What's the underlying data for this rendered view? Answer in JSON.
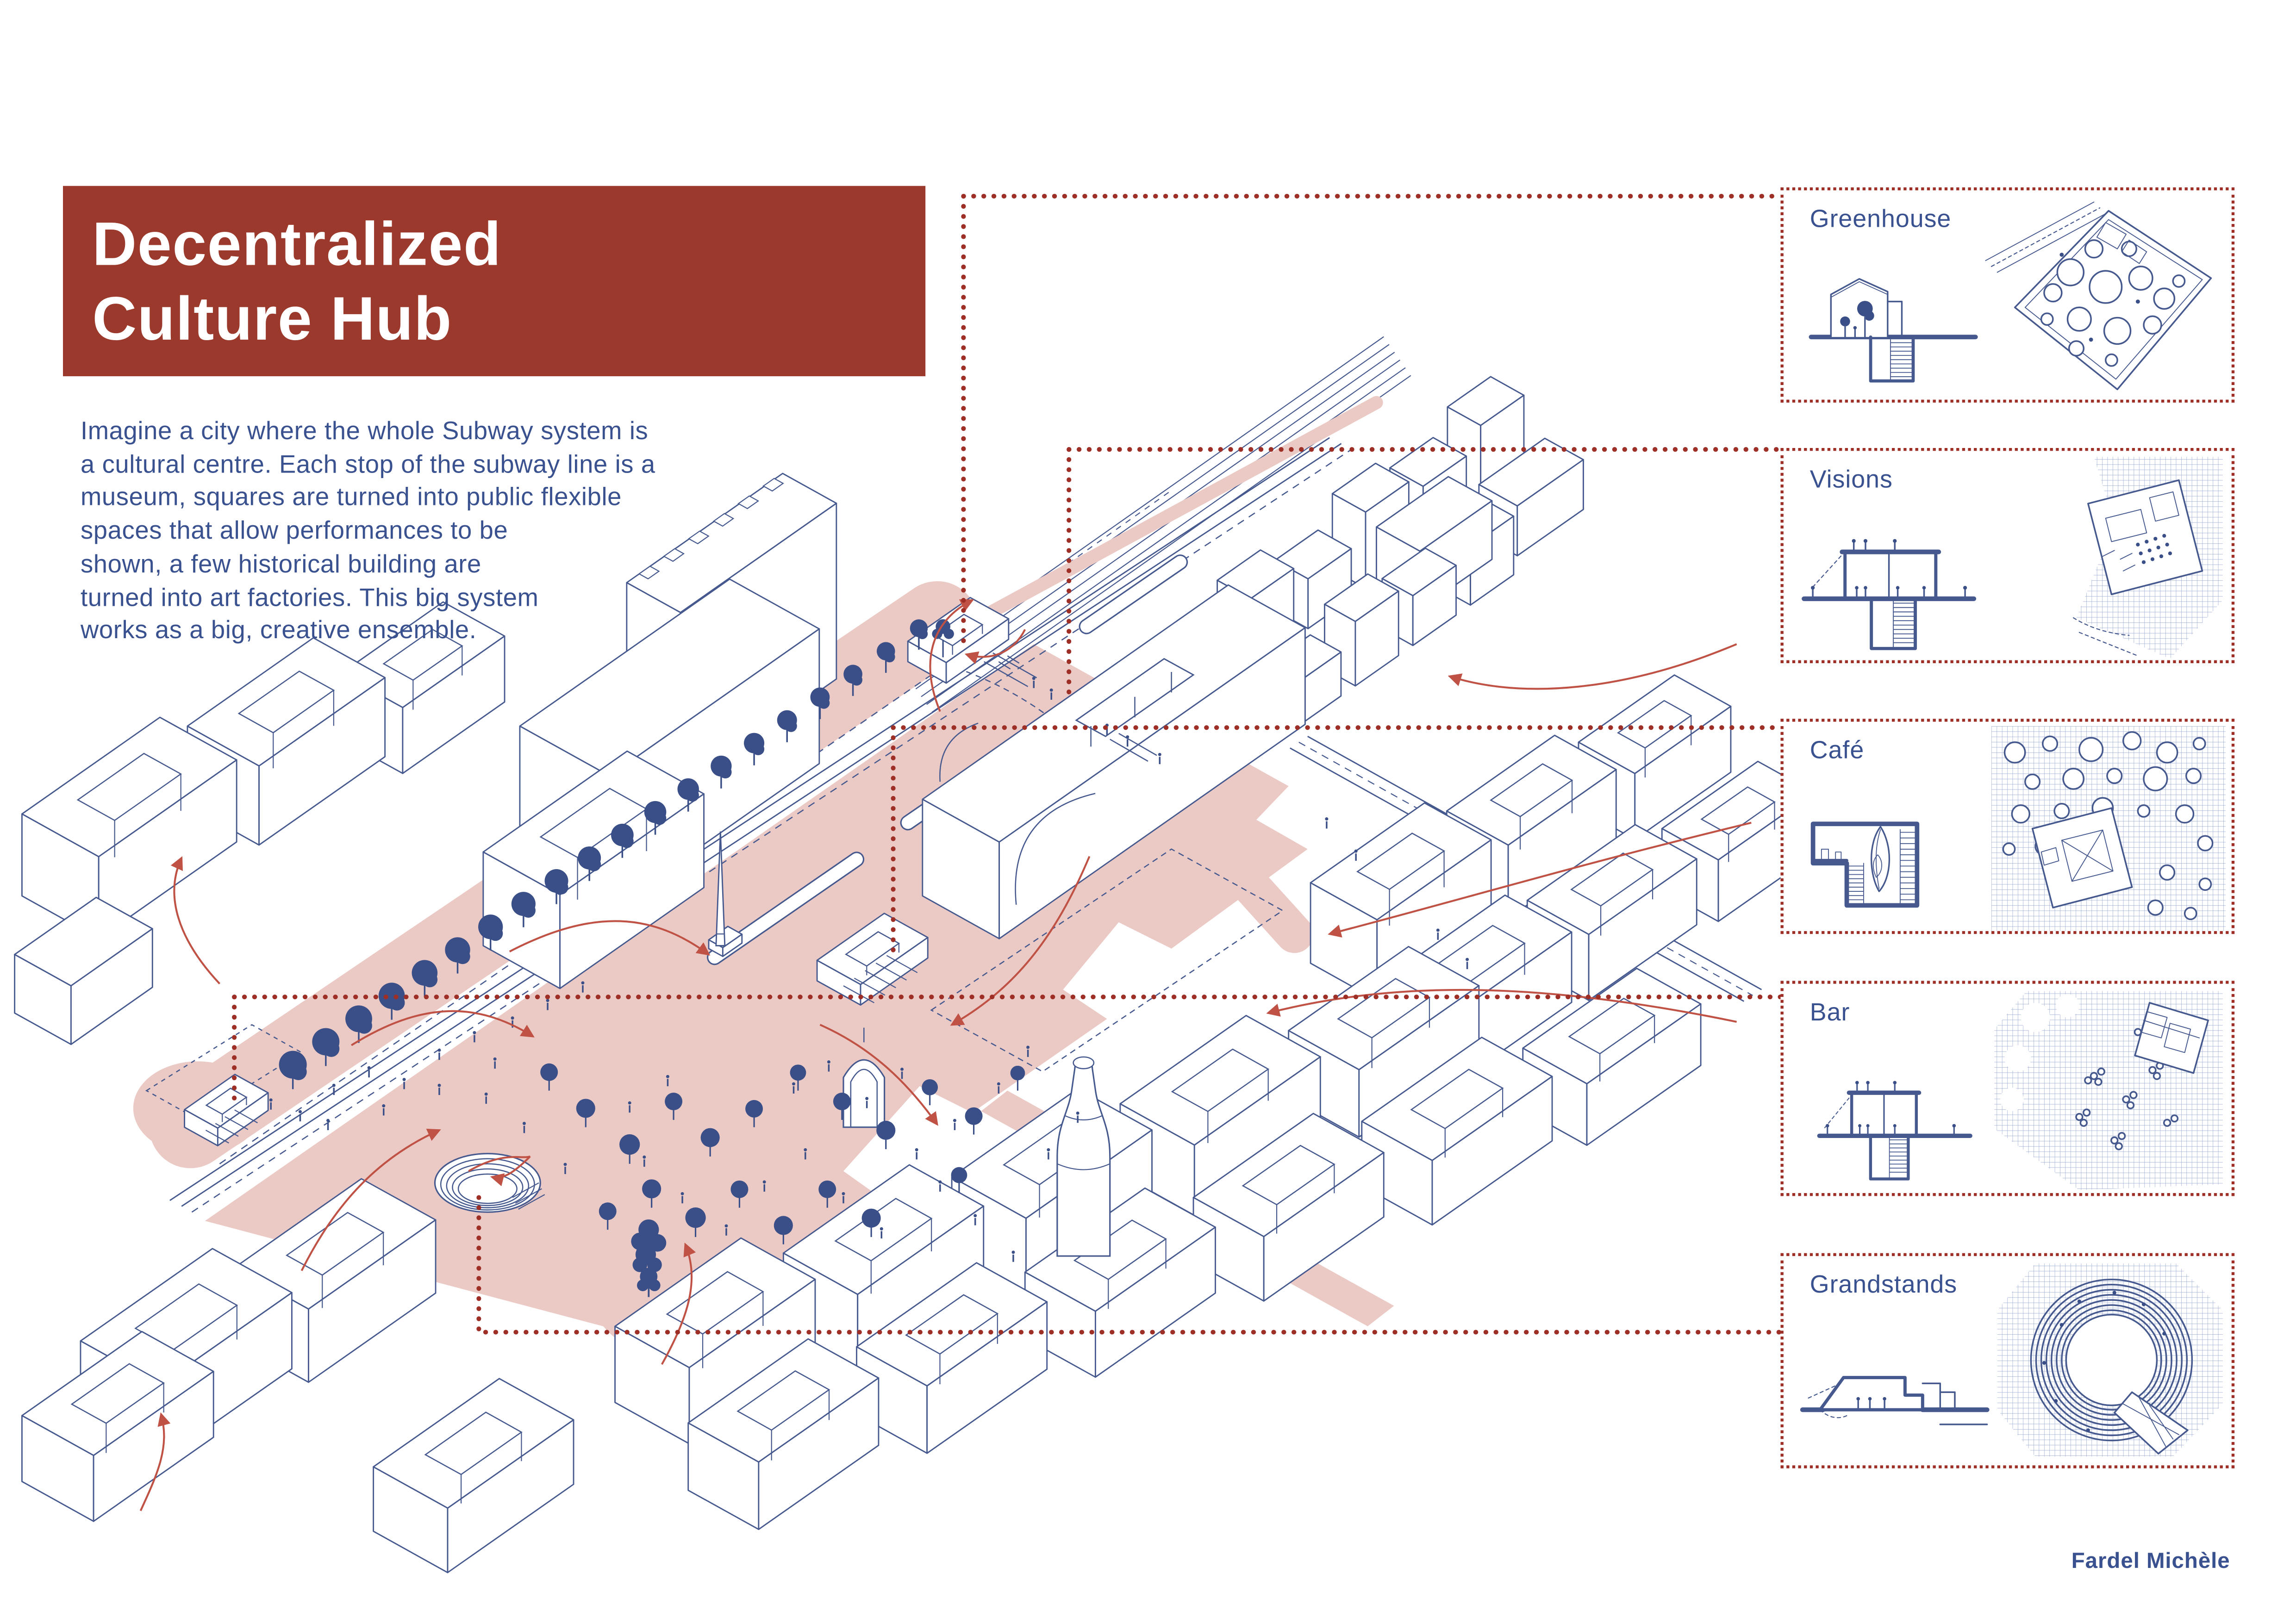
{
  "poster": {
    "title_lines": [
      "Decentralized",
      "Culture Hub"
    ],
    "description_lines": [
      "Imagine a city where the whole Subway system is",
      "a cultural centre. Each stop of the subway line is a",
      "museum, squares are turned into public flexible",
      "spaces that allow performances to be",
      "shown, a few historical building are",
      "turned into art factories. This big system",
      "works as a big, creative ensemble."
    ],
    "credit": "Fardel Michèle"
  },
  "panels": [
    {
      "label": "Greenhouse"
    },
    {
      "label": "Visions"
    },
    {
      "label": "Café"
    },
    {
      "label": "Bar"
    },
    {
      "label": "Grandstands"
    }
  ],
  "colors": {
    "title_block": "#9B392C",
    "title_text": "#FFFFFF",
    "text_blue": "#3A5190",
    "line_blue": "#46598F",
    "tree_blue": "#3A4E87",
    "plaza_pink": "#EBCAC5",
    "connector_red": "#9E2F27",
    "arrow_red": "#C05245",
    "hatch_blue": "#97A8D0"
  }
}
